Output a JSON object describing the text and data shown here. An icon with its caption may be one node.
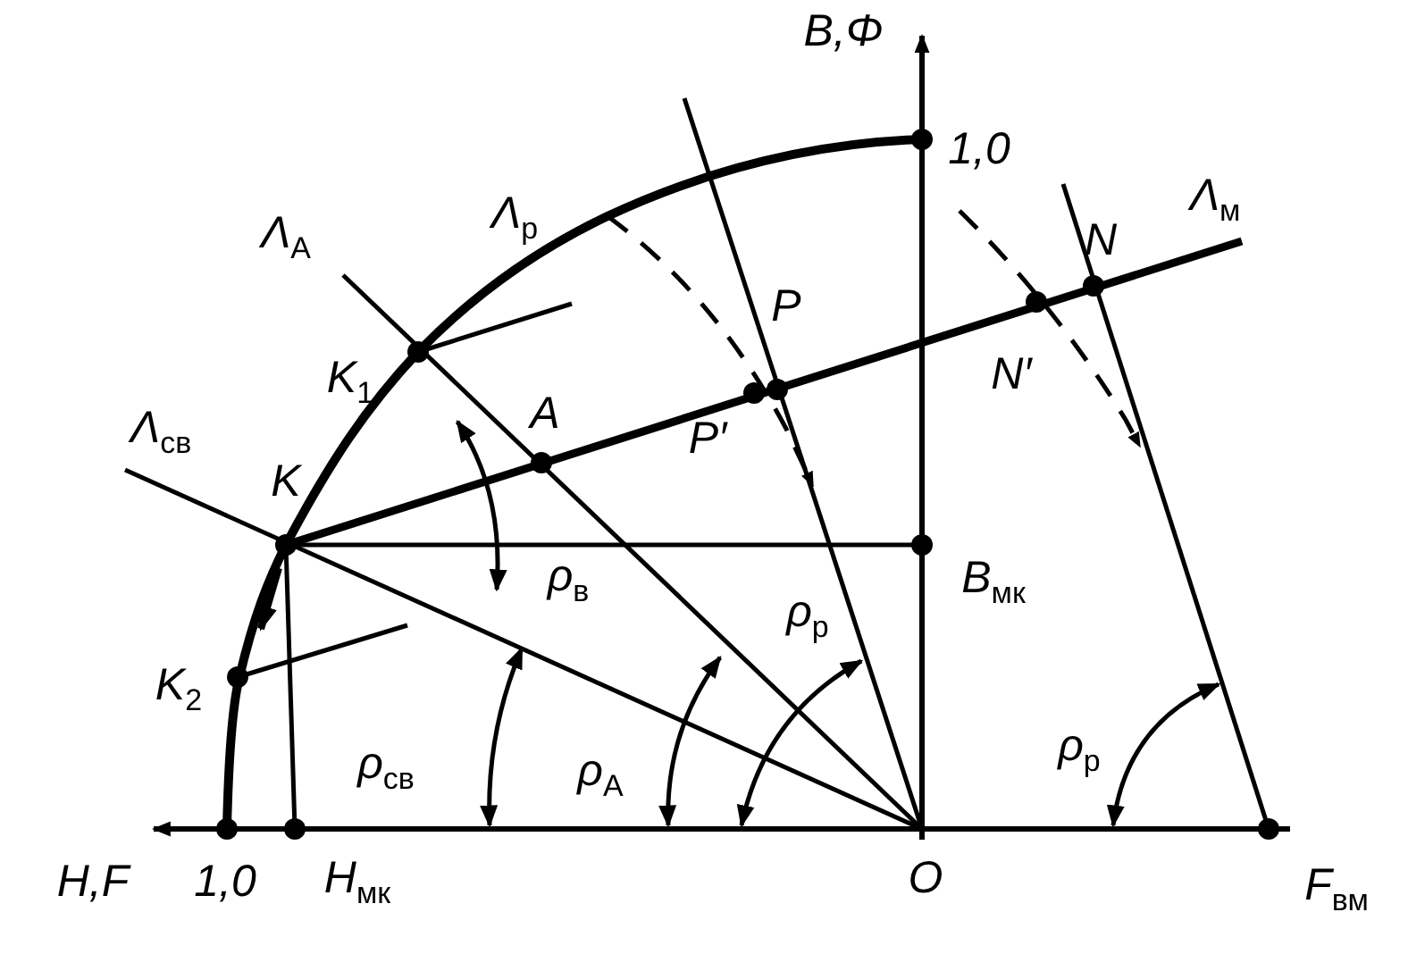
{
  "diagram": {
    "labels": [
      "B,Φ",
      "1,0",
      "Λ$_{р}$",
      "Λ$_{м}$",
      "Λ$_{А}$",
      "P",
      "N",
      "K$_{1}$",
      "N′",
      "A",
      "P′",
      "Λ$_{св}$",
      "K",
      "ρ$_{в}$",
      "B$_{мк}$",
      "ρ$_{р}$",
      "K$_{2}$",
      "ρ$_{св}$",
      "ρ$_{А}$",
      "ρ$_{р}$",
      "H,F",
      "1,0",
      "H$_{мк}$",
      "O",
      "F$_{вм}$"
    ]
  }
}
